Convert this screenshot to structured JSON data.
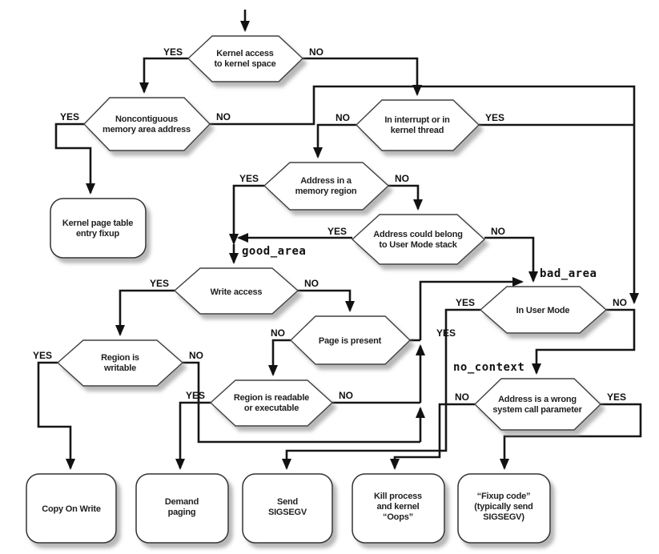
{
  "diagram": {
    "labels": {
      "yes": "YES",
      "no": "NO"
    },
    "path_labels": {
      "good_area": "good_area",
      "bad_area": "bad_area",
      "no_context": "no_context"
    },
    "decisions": {
      "kernel_access": {
        "lines": [
          "Kernel access",
          "to kernel space"
        ]
      },
      "noncontiguous": {
        "lines": [
          "Noncontiguous",
          "memory area address"
        ]
      },
      "in_interrupt": {
        "lines": [
          "In interrupt or in",
          "kernel thread"
        ]
      },
      "address_in_region": {
        "lines": [
          "Address in a",
          "memory region"
        ]
      },
      "user_mode_stack": {
        "lines": [
          "Address could belong",
          "to User Mode stack"
        ]
      },
      "write_access": {
        "lines": [
          "Write access"
        ]
      },
      "in_user_mode": {
        "lines": [
          "In User Mode"
        ]
      },
      "region_writable": {
        "lines": [
          "Region is",
          "writable"
        ]
      },
      "page_present": {
        "lines": [
          "Page is present"
        ]
      },
      "region_readable": {
        "lines": [
          "Region is readable",
          "or executable"
        ]
      },
      "wrong_syscall": {
        "lines": [
          "Address is a wrong",
          "system call parameter"
        ]
      }
    },
    "terminals": {
      "kernel_fixup": {
        "lines": [
          "Kernel page table",
          "entry fixup"
        ]
      },
      "copy_on_write": {
        "lines": [
          "Copy On Write"
        ]
      },
      "demand_paging": {
        "lines": [
          "Demand",
          "paging"
        ]
      },
      "send_sigsegv": {
        "lines": [
          "Send",
          "SIGSEGV"
        ]
      },
      "kill_process": {
        "lines": [
          "Kill process",
          "and kernel",
          "“Oops”"
        ]
      },
      "fixup_code": {
        "lines": [
          "“Fixup code”",
          "(typically send",
          "SIGSEGV)"
        ]
      }
    },
    "colors": {
      "line": "#161616",
      "node_border": "#3f3f3f",
      "node_fill": "#ffffff",
      "shadow": "#999999",
      "text": "#1f1f1f",
      "background": "#ffffff"
    }
  }
}
